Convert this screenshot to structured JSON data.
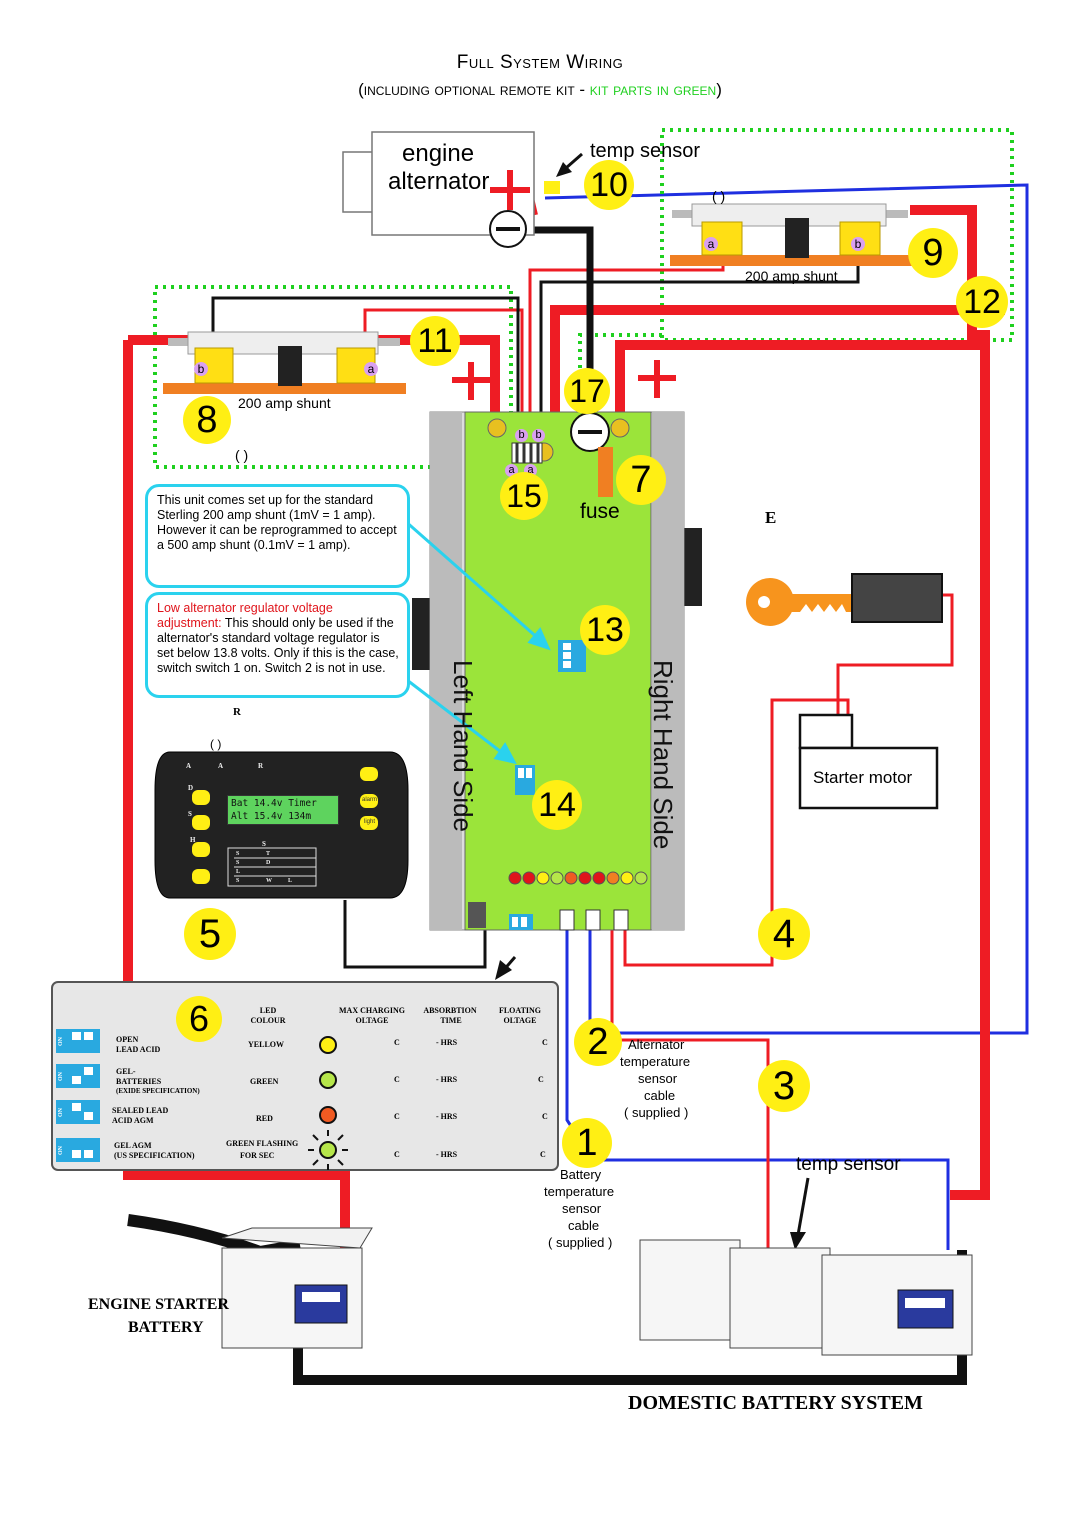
{
  "header": {
    "title": "Full System Wiring",
    "subtitle_prefix": "(including optional remote kit - ",
    "subtitle_kit": "kit parts in green",
    "subtitle_suffix": ")"
  },
  "alternator": {
    "label_line1": "engine",
    "label_line2": "alternator"
  },
  "temp_sensor_top": "temp sensor",
  "temp_sensor_bottom": "temp sensor",
  "shunt_left_label": "200 amp shunt",
  "shunt_right_label": "200 amp shunt",
  "bracket_left": "(                              )",
  "bracket_right": "(                              )",
  "bracket_remote": "(                                    )",
  "terminal_a": "a",
  "terminal_b": "b",
  "fuse_label": "fuse",
  "letter_e": "E",
  "letter_r": "R",
  "left_side": "Left Hand Side",
  "right_side": "Right Hand Side",
  "numbers": {
    "n1": "1",
    "n2": "2",
    "n3": "3",
    "n4": "4",
    "n5": "5",
    "n6": "6",
    "n7": "7",
    "n8": "8",
    "n9": "9",
    "n10": "10",
    "n11": "11",
    "n12": "12",
    "n13": "13",
    "n14": "14",
    "n15": "15",
    "n17": "17"
  },
  "note_shunt": "This unit comes set up for the standard Sterling 200 amp shunt (1mV = 1 amp). However it can be reprogrammed to accept a 500 amp shunt (0.1mV = 1 amp).",
  "note_regulator_red": "Low  alternator regulator  voltage adjustment:",
  "note_regulator_black": " This  should only be used if the alternator's standard voltage regulator is set below 13.8  volts. Only if this is the case, switch switch 1 on. Switch 2 is not in use.",
  "remote": {
    "lcd_line1": "Bat 14.4v Timer",
    "lcd_line2": "Alt 15.4v 134m",
    "btn_alarm": "alarm",
    "btn_light": "light",
    "top_letters": [
      "A",
      "A",
      "R"
    ],
    "side_letters": [
      "D",
      "S",
      "H"
    ],
    "grid_header": "S",
    "grid_rows": [
      [
        "S",
        "T"
      ],
      [
        "S",
        "D"
      ],
      [
        "L",
        ""
      ],
      [
        "S",
        "W",
        "L"
      ]
    ]
  },
  "starter_motor": "Starter motor",
  "alt_temp_cable": [
    "Alternator",
    "temperature",
    "sensor",
    "cable",
    "( supplied )"
  ],
  "bat_temp_cable": [
    "Battery",
    "temperature",
    "sensor",
    "cable",
    "( supplied )"
  ],
  "engine_battery": [
    "ENGINE STARTER",
    "BATTERY"
  ],
  "domestic_battery": "DOMESTIC BATTERY SYSTEM",
  "table": {
    "headers": [
      "LED",
      "COLOUR",
      "MAX  CHARGING",
      "OLTAGE",
      "ABSORBTION",
      "TIME",
      "FLOATING",
      "OLTAGE"
    ],
    "rows": [
      {
        "type_lines": [
          "OPEN",
          "LEAD ACID"
        ],
        "colour": "YELLOW",
        "led": "#ffef14",
        "c1": "C",
        "hrs": "-   HRS",
        "c2": "C"
      },
      {
        "type_lines": [
          "GEL-",
          "BATTERIES",
          "(EXIDE SPECIFICATION)"
        ],
        "colour": "GREEN",
        "led": "#b6e64a",
        "c1": "C",
        "hrs": "-   HRS",
        "c2": "C"
      },
      {
        "type_lines": [
          "SEALED LEAD",
          "ACID    AGM"
        ],
        "colour": "RED",
        "led": "#f05a22",
        "c1": "C",
        "hrs": "-   HRS",
        "c2": "C"
      },
      {
        "type_lines": [
          "GEL    AGM",
          "(US SPECIFICATION)"
        ],
        "colour_lines": [
          "GREEN FLASHING",
          "FOR   SEC"
        ],
        "led": "#b6e64a",
        "c1": "C",
        "hrs": "-   HRS",
        "c2": "C"
      }
    ],
    "dip_on": "ON"
  },
  "colors": {
    "red_wire": "#ee1c24",
    "blue_wire": "#1f2fe0",
    "kit_green": "#1fd01f",
    "board_green": "#9be43a",
    "number_yellow": "#ffef14",
    "note_border": "#2ad2ee"
  }
}
